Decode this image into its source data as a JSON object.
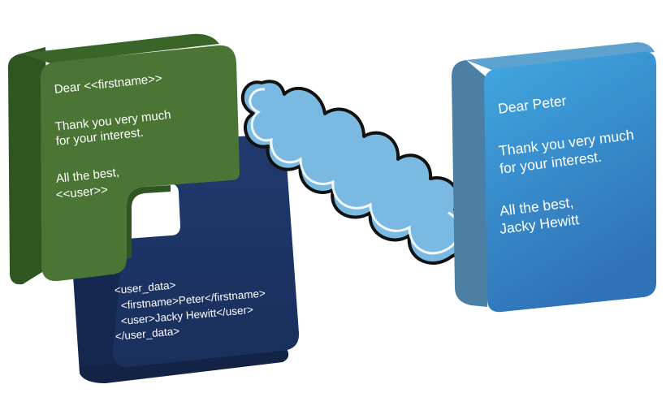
{
  "template_card": {
    "greeting": "Dear <<firstname>>",
    "body_line1": "Thank you very much",
    "body_line2": "for your interest.",
    "closing": "All the best,",
    "signature": "<<user>>"
  },
  "xml_card": {
    "line1": "<user_data>",
    "line2": "<firstname>Peter</firstname>",
    "line3": "<user>Jacky Hewitt</user>",
    "line4": "</user_data>"
  },
  "result_card": {
    "greeting": "Dear Peter",
    "body_line1": "Thank you very much",
    "body_line2": "for your interest.",
    "closing": "All the best,",
    "signature": "Jacky  Hewitt"
  },
  "colors": {
    "green_front": "#4a7534",
    "green_side": "#2f5520",
    "navy_front": "#1d3566",
    "navy_side": "#15284f",
    "blue_front": "#3a8fd0",
    "blue_side": "#4b7fa3",
    "cloud_fill": "#79b9e2",
    "cloud_stroke": "#111111"
  }
}
